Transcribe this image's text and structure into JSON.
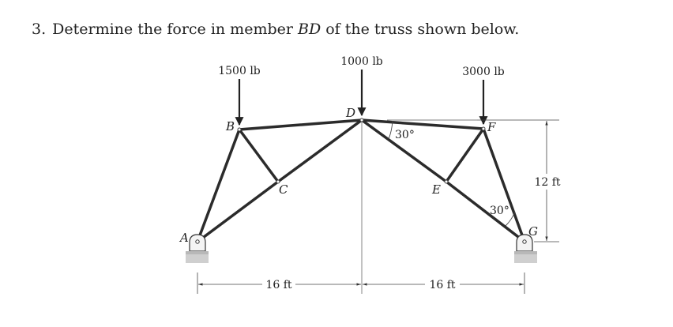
{
  "problem": {
    "number": "3.",
    "text_before": "Determine the force in member ",
    "member": "BD",
    "text_after": " of the truss shown below."
  },
  "figure": {
    "loads": {
      "B": "1500 lb",
      "D": "1000 lb",
      "F": "3000 lb"
    },
    "joints": {
      "A": "A",
      "B": "B",
      "C": "C",
      "D": "D",
      "E": "E",
      "F": "F",
      "G": "G"
    },
    "angles": {
      "at_D": "30°",
      "at_G": "30°"
    },
    "dimensions": {
      "left_span": "16 ft",
      "right_span": "16 ft",
      "height": "12 ft"
    }
  }
}
